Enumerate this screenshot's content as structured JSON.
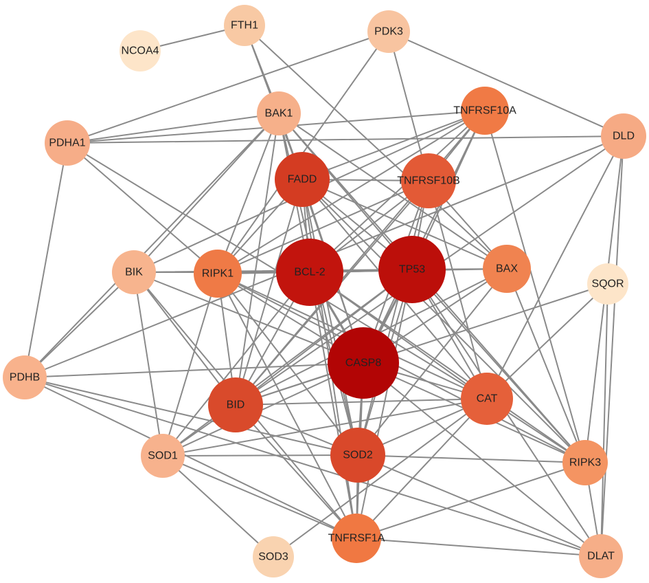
{
  "network": {
    "nodes": [
      {
        "id": "FTH1",
        "label": "FTH1",
        "color": "#f8c9a4"
      },
      {
        "id": "NCOA4",
        "label": "NCOA4",
        "color": "#fde5c9"
      },
      {
        "id": "PDK3",
        "label": "PDK3",
        "color": "#f8c4a0"
      },
      {
        "id": "TNFRSF10A",
        "label": "TNFRSF10A",
        "color": "#f07a45"
      },
      {
        "id": "BAK1",
        "label": "BAK1",
        "color": "#f6b08a"
      },
      {
        "id": "PDHA1",
        "label": "PDHA1",
        "color": "#f6ad88"
      },
      {
        "id": "DLD",
        "label": "DLD",
        "color": "#f6aa84"
      },
      {
        "id": "FADD",
        "label": "FADD",
        "color": "#d43c22"
      },
      {
        "id": "TNFRSF10B",
        "label": "TNFRSF10B",
        "color": "#e35a36"
      },
      {
        "id": "BIK",
        "label": "BIK",
        "color": "#f7b48e"
      },
      {
        "id": "RIPK1",
        "label": "RIPK1",
        "color": "#ef7a46"
      },
      {
        "id": "BCL-2",
        "label": "BCL-2",
        "color": "#c2140d"
      },
      {
        "id": "TP53",
        "label": "TP53",
        "color": "#bc0f0a"
      },
      {
        "id": "BAX",
        "label": "BAX",
        "color": "#f08350"
      },
      {
        "id": "SQOR",
        "label": "SQOR",
        "color": "#fde5c9"
      },
      {
        "id": "CASP8",
        "label": "CASP8",
        "color": "#b20505"
      },
      {
        "id": "PDHB",
        "label": "PDHB",
        "color": "#f8b28c"
      },
      {
        "id": "BID",
        "label": "BID",
        "color": "#d94a2b"
      },
      {
        "id": "CAT",
        "label": "CAT",
        "color": "#e5603a"
      },
      {
        "id": "SOD1",
        "label": "SOD1",
        "color": "#f7b28d"
      },
      {
        "id": "SOD2",
        "label": "SOD2",
        "color": "#d9482a"
      },
      {
        "id": "RIPK3",
        "label": "RIPK3",
        "color": "#f49462"
      },
      {
        "id": "TNFRSF1A",
        "label": "TNFRSF1A",
        "color": "#f07842"
      },
      {
        "id": "SOD3",
        "label": "SOD3",
        "color": "#f9d3b0"
      },
      {
        "id": "DLAT",
        "label": "DLAT",
        "color": "#f6ae88"
      }
    ],
    "edges": [
      [
        "FTH1",
        "NCOA4"
      ],
      [
        "FTH1",
        "BAK1"
      ],
      [
        "FTH1",
        "BAX"
      ],
      [
        "FTH1",
        "FADD"
      ],
      [
        "PDK3",
        "PDHA1"
      ],
      [
        "PDK3",
        "DLD"
      ],
      [
        "PDK3",
        "RIPK1"
      ],
      [
        "PDK3",
        "TNFRSF10B"
      ],
      [
        "PDHA1",
        "DLD"
      ],
      [
        "PDHA1",
        "PDHB"
      ],
      [
        "PDHA1",
        "BAK1"
      ],
      [
        "PDHA1",
        "RIPK1"
      ],
      [
        "PDHA1",
        "CAT"
      ],
      [
        "PDHA1",
        "TNFRSF10A"
      ],
      [
        "DLD",
        "PDHB"
      ],
      [
        "DLD",
        "DLAT"
      ],
      [
        "DLD",
        "CAT"
      ],
      [
        "DLD",
        "BID"
      ],
      [
        "DLD",
        "RIPK3"
      ],
      [
        "SQOR",
        "DLAT"
      ],
      [
        "SQOR",
        "BID"
      ],
      [
        "SQOR",
        "CAT"
      ],
      [
        "PDHB",
        "DLAT"
      ],
      [
        "PDHB",
        "SOD2"
      ],
      [
        "PDHB",
        "TNFRSF1A"
      ],
      [
        "PDHB",
        "BIK"
      ],
      [
        "PDHB",
        "BAK1"
      ],
      [
        "BAK1",
        "FADD"
      ],
      [
        "BAK1",
        "BCL-2"
      ],
      [
        "BAK1",
        "TP53"
      ],
      [
        "BAK1",
        "CASP8"
      ],
      [
        "BAK1",
        "BID"
      ],
      [
        "BAK1",
        "SOD2"
      ],
      [
        "BAK1",
        "BIK"
      ],
      [
        "BAK1",
        "RIPK3"
      ],
      [
        "BAK1",
        "BAX"
      ],
      [
        "BAK1",
        "RIPK1"
      ],
      [
        "TNFRSF10A",
        "FADD"
      ],
      [
        "TNFRSF10A",
        "CASP8"
      ],
      [
        "TNFRSF10A",
        "TP53"
      ],
      [
        "TNFRSF10A",
        "BCL-2"
      ],
      [
        "TNFRSF10A",
        "RIPK1"
      ],
      [
        "TNFRSF10A",
        "RIPK3"
      ],
      [
        "TNFRSF10A",
        "BIK"
      ],
      [
        "TNFRSF10A",
        "BID"
      ],
      [
        "TNFRSF10A",
        "TNFRSF10B"
      ],
      [
        "TNFRSF10B",
        "FADD"
      ],
      [
        "TNFRSF10B",
        "CASP8"
      ],
      [
        "TNFRSF10B",
        "TP53"
      ],
      [
        "TNFRSF10B",
        "BCL-2"
      ],
      [
        "TNFRSF10B",
        "RIPK1"
      ],
      [
        "TNFRSF10B",
        "BID"
      ],
      [
        "TNFRSF10B",
        "BAX"
      ],
      [
        "TNFRSF10B",
        "SOD2"
      ],
      [
        "TNFRSF10B",
        "CAT"
      ],
      [
        "FADD",
        "CASP8"
      ],
      [
        "FADD",
        "TP53"
      ],
      [
        "FADD",
        "BCL-2"
      ],
      [
        "FADD",
        "RIPK1"
      ],
      [
        "FADD",
        "BID"
      ],
      [
        "FADD",
        "RIPK3"
      ],
      [
        "FADD",
        "BAX"
      ],
      [
        "FADD",
        "SOD2"
      ],
      [
        "FADD",
        "TNFRSF1A"
      ],
      [
        "FADD",
        "CAT"
      ],
      [
        "BIK",
        "BCL-2"
      ],
      [
        "BIK",
        "CASP8"
      ],
      [
        "BIK",
        "TP53"
      ],
      [
        "BIK",
        "BID"
      ],
      [
        "BIK",
        "TNFRSF1A"
      ],
      [
        "BIK",
        "SOD1"
      ],
      [
        "RIPK1",
        "CASP8"
      ],
      [
        "RIPK1",
        "TP53"
      ],
      [
        "RIPK1",
        "BCL-2"
      ],
      [
        "RIPK1",
        "RIPK3"
      ],
      [
        "RIPK1",
        "TNFRSF1A"
      ],
      [
        "RIPK1",
        "BID"
      ],
      [
        "RIPK1",
        "SOD2"
      ],
      [
        "RIPK1",
        "SOD1"
      ],
      [
        "RIPK1",
        "CAT"
      ],
      [
        "BCL-2",
        "TP53"
      ],
      [
        "BCL-2",
        "CASP8"
      ],
      [
        "BCL-2",
        "BAX"
      ],
      [
        "BCL-2",
        "BID"
      ],
      [
        "BCL-2",
        "SOD2"
      ],
      [
        "BCL-2",
        "CAT"
      ],
      [
        "BCL-2",
        "SOD1"
      ],
      [
        "BCL-2",
        "TNFRSF1A"
      ],
      [
        "BCL-2",
        "RIPK3"
      ],
      [
        "TP53",
        "CASP8"
      ],
      [
        "TP53",
        "BAX"
      ],
      [
        "TP53",
        "BID"
      ],
      [
        "TP53",
        "SOD2"
      ],
      [
        "TP53",
        "CAT"
      ],
      [
        "TP53",
        "SOD1"
      ],
      [
        "TP53",
        "TNFRSF1A"
      ],
      [
        "TP53",
        "RIPK3"
      ],
      [
        "TP53",
        "DLAT"
      ],
      [
        "BAX",
        "CASP8"
      ],
      [
        "BAX",
        "BID"
      ],
      [
        "BAX",
        "RIPK3"
      ],
      [
        "BAX",
        "SOD2"
      ],
      [
        "CASP8",
        "BID"
      ],
      [
        "CASP8",
        "SOD2"
      ],
      [
        "CASP8",
        "CAT"
      ],
      [
        "CASP8",
        "RIPK3"
      ],
      [
        "CASP8",
        "TNFRSF1A"
      ],
      [
        "CASP8",
        "SOD1"
      ],
      [
        "CASP8",
        "DLAT"
      ],
      [
        "CASP8",
        "PDHB"
      ],
      [
        "BID",
        "SOD2"
      ],
      [
        "BID",
        "TNFRSF1A"
      ],
      [
        "BID",
        "SOD1"
      ],
      [
        "BID",
        "CAT"
      ],
      [
        "CAT",
        "SOD2"
      ],
      [
        "CAT",
        "SOD1"
      ],
      [
        "CAT",
        "TNFRSF1A"
      ],
      [
        "CAT",
        "RIPK3"
      ],
      [
        "CAT",
        "SOD3"
      ],
      [
        "SOD1",
        "SOD2"
      ],
      [
        "SOD1",
        "SOD3"
      ],
      [
        "SOD1",
        "TNFRSF1A"
      ],
      [
        "SOD2",
        "TNFRSF1A"
      ],
      [
        "SOD2",
        "RIPK3"
      ],
      [
        "SOD2",
        "DLAT"
      ],
      [
        "TNFRSF1A",
        "RIPK3"
      ],
      [
        "TNFRSF1A",
        "DLAT"
      ],
      [
        "RIPK3",
        "DLAT"
      ]
    ]
  }
}
